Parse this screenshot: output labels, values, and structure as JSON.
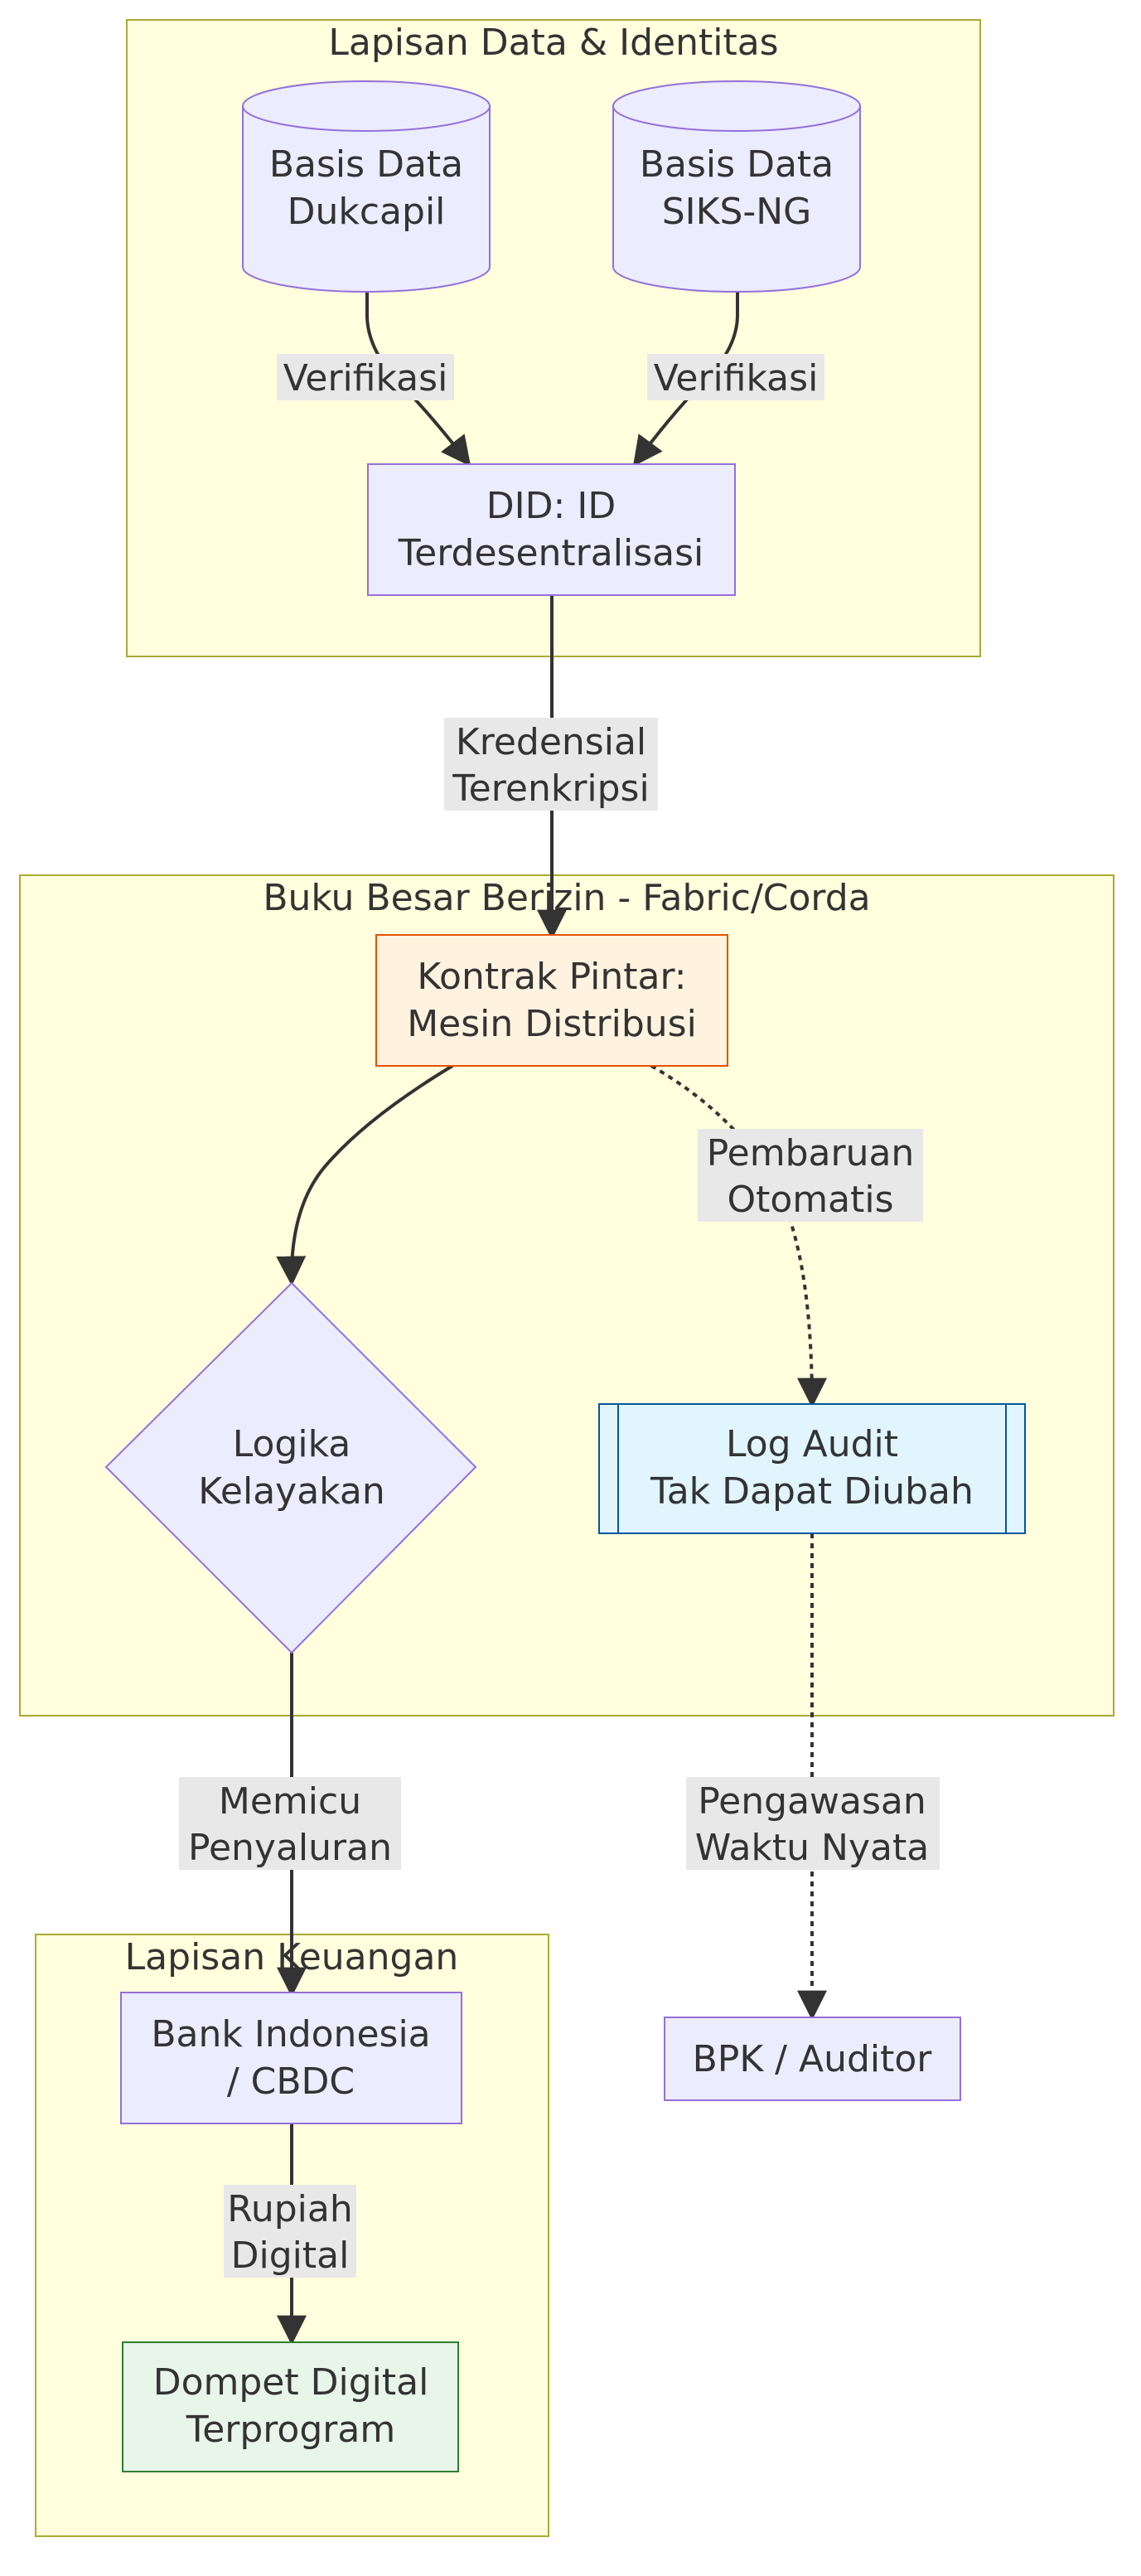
{
  "clusters": {
    "data_identity": {
      "title": "Lapisan Data & Identitas"
    },
    "ledger": {
      "title": "Buku Besar Berizin - Fabric/Corda"
    },
    "finance": {
      "title": "Lapisan Keuangan"
    }
  },
  "nodes": {
    "dukcapil": {
      "line1": "Basis Data",
      "line2": "Dukcapil"
    },
    "siks": {
      "line1": "Basis Data",
      "line2": "SIKS-NG"
    },
    "did": {
      "line1": "DID: ID",
      "line2": "Terdesentralisasi"
    },
    "contract": {
      "line1": "Kontrak Pintar:",
      "line2": "Mesin Distribusi"
    },
    "logic": {
      "line1": "Logika",
      "line2": "Kelayakan"
    },
    "audit": {
      "line1": "Log Audit",
      "line2": "Tak Dapat Diubah"
    },
    "bank": {
      "line1": "Bank Indonesia",
      "line2": "/ CBDC"
    },
    "wallet": {
      "line1": "Dompet Digital",
      "line2": "Terprogram"
    },
    "bpk": {
      "line1": "BPK / Auditor"
    }
  },
  "edges": {
    "verif1": {
      "line1": "Verifikasi"
    },
    "verif2": {
      "line1": "Verifikasi"
    },
    "cred": {
      "line1": "Kredensial",
      "line2": "Terenkripsi"
    },
    "update": {
      "line1": "Pembaruan",
      "line2": "Otomatis"
    },
    "trigger": {
      "line1": "Memicu",
      "line2": "Penyaluran"
    },
    "realtime": {
      "line1": "Pengawasan",
      "line2": "Waktu Nyata"
    },
    "rupiah": {
      "line1": "Rupiah",
      "line2": "Digital"
    }
  }
}
